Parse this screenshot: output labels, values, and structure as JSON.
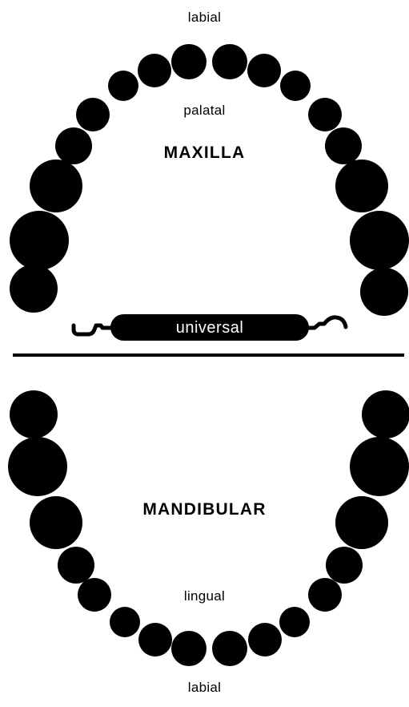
{
  "maxilla": {
    "top_label": "labial",
    "inner_label": "palatal",
    "title": "MAXILLA"
  },
  "instrument": {
    "label": "universal"
  },
  "mandibular": {
    "title": "MANDIBULAR",
    "inner_label": "lingual",
    "bottom_label": "labial"
  },
  "colors": {
    "tooth": "#000000",
    "background": "#ffffff",
    "instrument_text": "#ffffff"
  }
}
